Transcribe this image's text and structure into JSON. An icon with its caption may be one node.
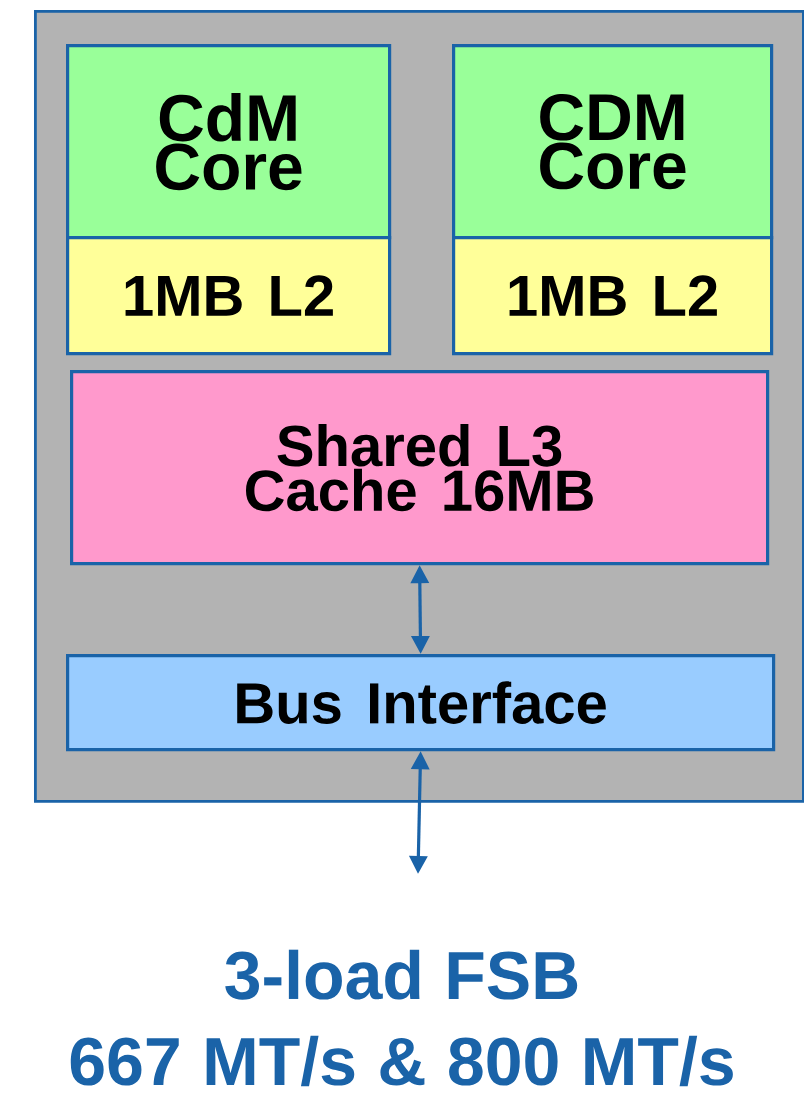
{
  "diagram": {
    "nodes": [
      {
        "text": [],
        "shape": "box"
      },
      {
        "text": [
          "CdM Core"
        ],
        "in": 0
      },
      {
        "text": [
          "1MB L2"
        ],
        "in": 0
      },
      {
        "text": [
          "CDM Core"
        ],
        "in": 0
      },
      {
        "text": [
          "1MB L2"
        ],
        "in": 0
      },
      {
        "text": [
          "Shared L3 Cache 16MB"
        ],
        "in": 0
      },
      {
        "text": [
          "Bus Interface"
        ],
        "in": 0
      }
    ],
    "edges": [
      {
        "from": 5,
        "to": 6,
        "arrow": "both"
      },
      {
        "from": 6,
        "to": null,
        "arrow": "both"
      }
    ],
    "labels": [
      "3-load FSB 667 MT/s & 800 MT/s"
    ]
  }
}
